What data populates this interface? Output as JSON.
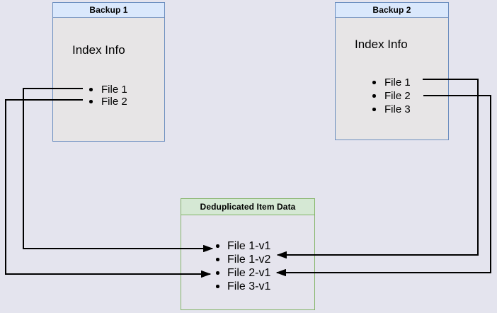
{
  "page": {
    "background_color": "#e4e4ee",
    "arrow_color": "#000000"
  },
  "boxes": {
    "backup1": {
      "title": "Backup 1",
      "heading": "Index Info",
      "files": [
        "File 1",
        "File 2"
      ],
      "border_color": "#6c8ebf",
      "header_fill": "#dae8fc",
      "body_fill": "#e7e5e6"
    },
    "backup2": {
      "title": "Backup 2",
      "heading": "Index Info",
      "files": [
        "File 1",
        "File 2",
        "File 3"
      ],
      "border_color": "#6c8ebf",
      "header_fill": "#dae8fc",
      "body_fill": "#e7e5e6"
    },
    "dedup": {
      "title": "Deduplicated Item Data",
      "items": [
        "File 1-v1",
        "File 1-v2",
        "File 2-v1",
        "File 3-v1"
      ],
      "border_color": "#82b366",
      "header_fill": "#d5e8d4",
      "body_fill": "#e5e4ed"
    }
  },
  "connections": [
    {
      "from": "Backup 1 / File 1",
      "to": "Deduplicated Item Data / File 1-v1"
    },
    {
      "from": "Backup 1 / File 2",
      "to": "Deduplicated Item Data / File 2-v1"
    },
    {
      "from": "Backup 2 / File 1",
      "to": "Deduplicated Item Data / File 1-v2"
    },
    {
      "from": "Backup 2 / File 2",
      "to": "Deduplicated Item Data / File 2-v1"
    }
  ]
}
